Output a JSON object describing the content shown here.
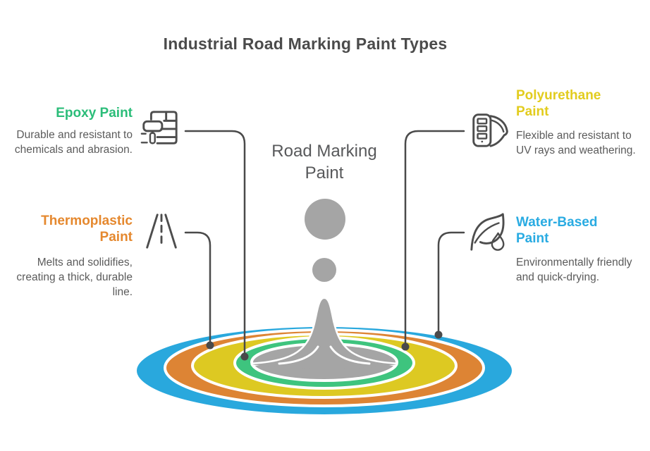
{
  "title": "Industrial Road Marking Paint Types",
  "center_label": "Road Marking Paint",
  "items": [
    {
      "name": "epoxy",
      "title": "Epoxy Paint",
      "description": "Durable and resistant to chemicals and abrasion.",
      "color": "#2bbd79",
      "icon": "paint-roller-wall-icon"
    },
    {
      "name": "polyurethane",
      "title": "Polyurethane Paint",
      "description": "Flexible and resistant to UV rays and weathering.",
      "color": "#e2cc1e",
      "icon": "color-swatch-fan-icon"
    },
    {
      "name": "thermoplastic",
      "title": "Thermoplastic Paint",
      "description": "Melts and solidifies, creating a thick, durable line.",
      "color": "#e5882e",
      "icon": "road-lane-icon"
    },
    {
      "name": "water_based",
      "title": "Water-Based Paint",
      "description": "Environmentally friendly and quick-drying.",
      "color": "#29abe2",
      "icon": "leaf-water-drop-icon"
    }
  ],
  "splash": {
    "ring_colors": [
      {
        "name": "blue",
        "hex": "#29a8dd"
      },
      {
        "name": "orange",
        "hex": "#dd8434"
      },
      {
        "name": "yellow",
        "hex": "#ddc922"
      },
      {
        "name": "green",
        "hex": "#3ec47e"
      },
      {
        "name": "gray",
        "hex": "#a5a5a5"
      }
    ],
    "droplet_color": "#a5a5a5",
    "connector_color": "#4a4a4a"
  },
  "text_colors": {
    "heading": "#4b4b4b",
    "body": "#5b5b5b"
  }
}
